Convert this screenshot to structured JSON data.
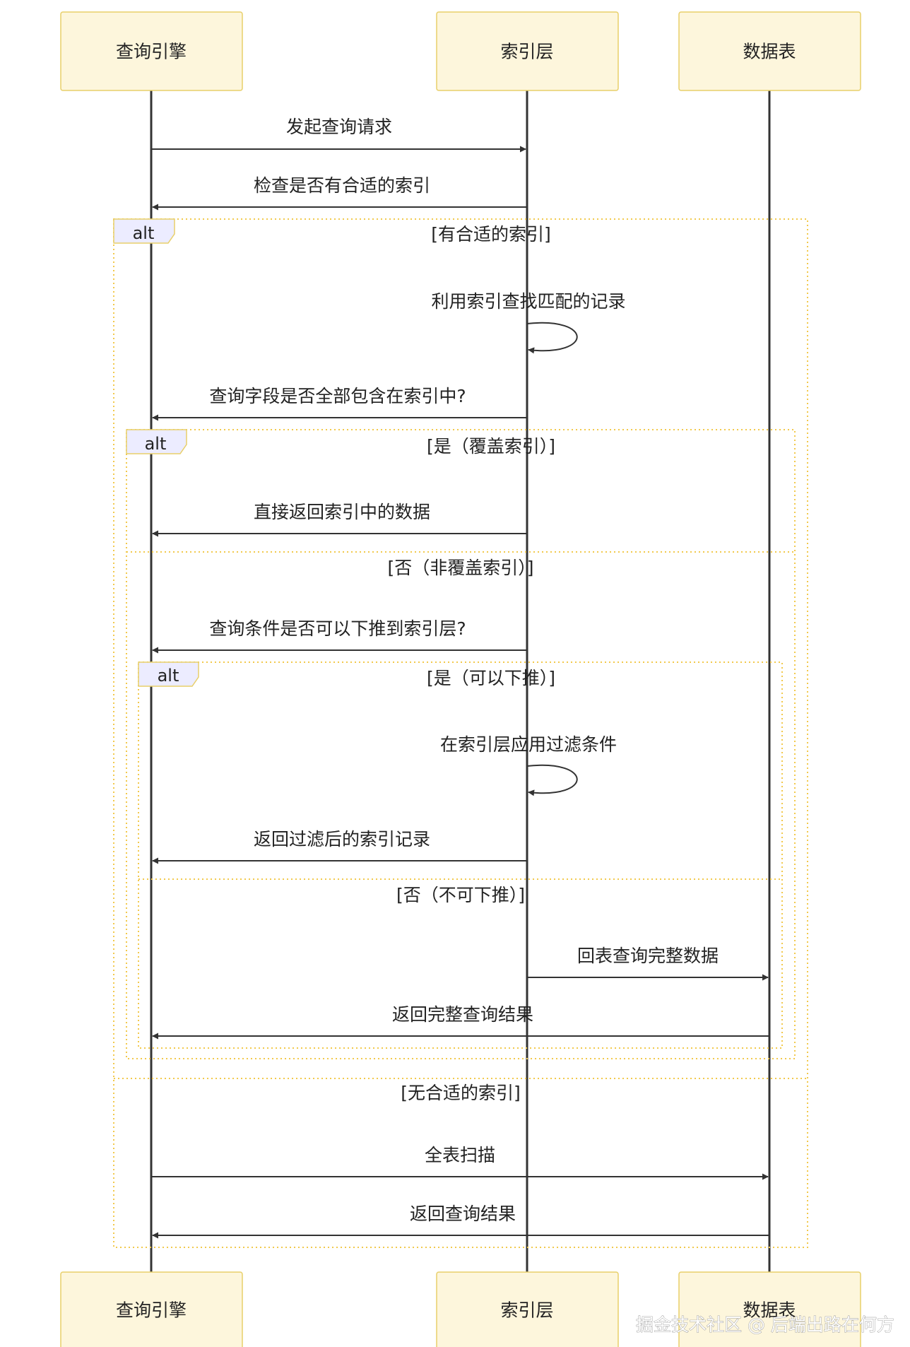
{
  "participants": [
    {
      "id": "engine",
      "label": "查询引擎"
    },
    {
      "id": "index",
      "label": "索引层"
    },
    {
      "id": "table",
      "label": "数据表"
    }
  ],
  "messages": [
    {
      "from": "engine",
      "to": "index",
      "label": "发起查询请求"
    },
    {
      "from": "index",
      "to": "engine",
      "label": "检查是否有合适的索引"
    },
    {
      "from": "index",
      "to": "index",
      "label": "利用索引查找匹配的记录"
    },
    {
      "from": "index",
      "to": "engine",
      "label": "查询字段是否全部包含在索引中?"
    },
    {
      "from": "index",
      "to": "engine",
      "label": "直接返回索引中的数据"
    },
    {
      "from": "index",
      "to": "engine",
      "label": "查询条件是否可以下推到索引层?"
    },
    {
      "from": "index",
      "to": "index",
      "label": "在索引层应用过滤条件"
    },
    {
      "from": "index",
      "to": "engine",
      "label": "返回过滤后的索引记录"
    },
    {
      "from": "index",
      "to": "table",
      "label": "回表查询完整数据"
    },
    {
      "from": "table",
      "to": "engine",
      "label": "返回完整查询结果"
    },
    {
      "from": "engine",
      "to": "table",
      "label": "全表扫描"
    },
    {
      "from": "table",
      "to": "engine",
      "label": "返回查询结果"
    }
  ],
  "fragments": [
    {
      "tag": "alt",
      "conditions": [
        "[有合适的索引]",
        "[无合适的索引]"
      ]
    },
    {
      "tag": "alt",
      "conditions": [
        "[是（覆盖索引）]",
        "[否（非覆盖索引）]"
      ]
    },
    {
      "tag": "alt",
      "conditions": [
        "[是（可以下推）]",
        "[否（不可下推）]"
      ]
    }
  ],
  "watermark": "掘金技术社区 @ 后端出路在何方"
}
